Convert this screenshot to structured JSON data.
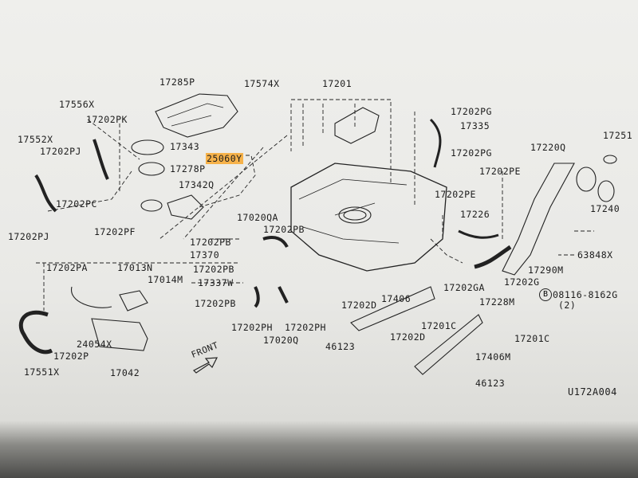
{
  "labels": [
    "17285P",
    "17574X",
    "17201",
    "17556X",
    "17202PK",
    "17202PG",
    "17335",
    "17552X",
    "17202PJ",
    "17343",
    "25060Y",
    "17278P",
    "17202PG",
    "17251",
    "17220Q",
    "17342Q",
    "17202PE",
    "17202PC",
    "17202PE",
    "17226",
    "17202PJ",
    "17020QA",
    "17240",
    "17202PF",
    "17202PB",
    "17202PB",
    "17370",
    "63848X",
    "17202PA",
    "17013N",
    "17202PB",
    "17290M",
    "17014M",
    "17337W",
    "17202GA",
    "17202G",
    "08116-8162G",
    "(2)",
    "17202PB",
    "17406",
    "17228M",
    "17202D",
    "17201C",
    "17202PH",
    "17202PH",
    "17201C",
    "17020Q",
    "24054X",
    "17202P",
    "46123",
    "17202D",
    "17551X",
    "17042",
    "17406M",
    "46123"
  ],
  "bolt_mark": "B",
  "front_label": "FRONT",
  "diagram_code": "U172A004",
  "highlight_color": "#f6b24a"
}
